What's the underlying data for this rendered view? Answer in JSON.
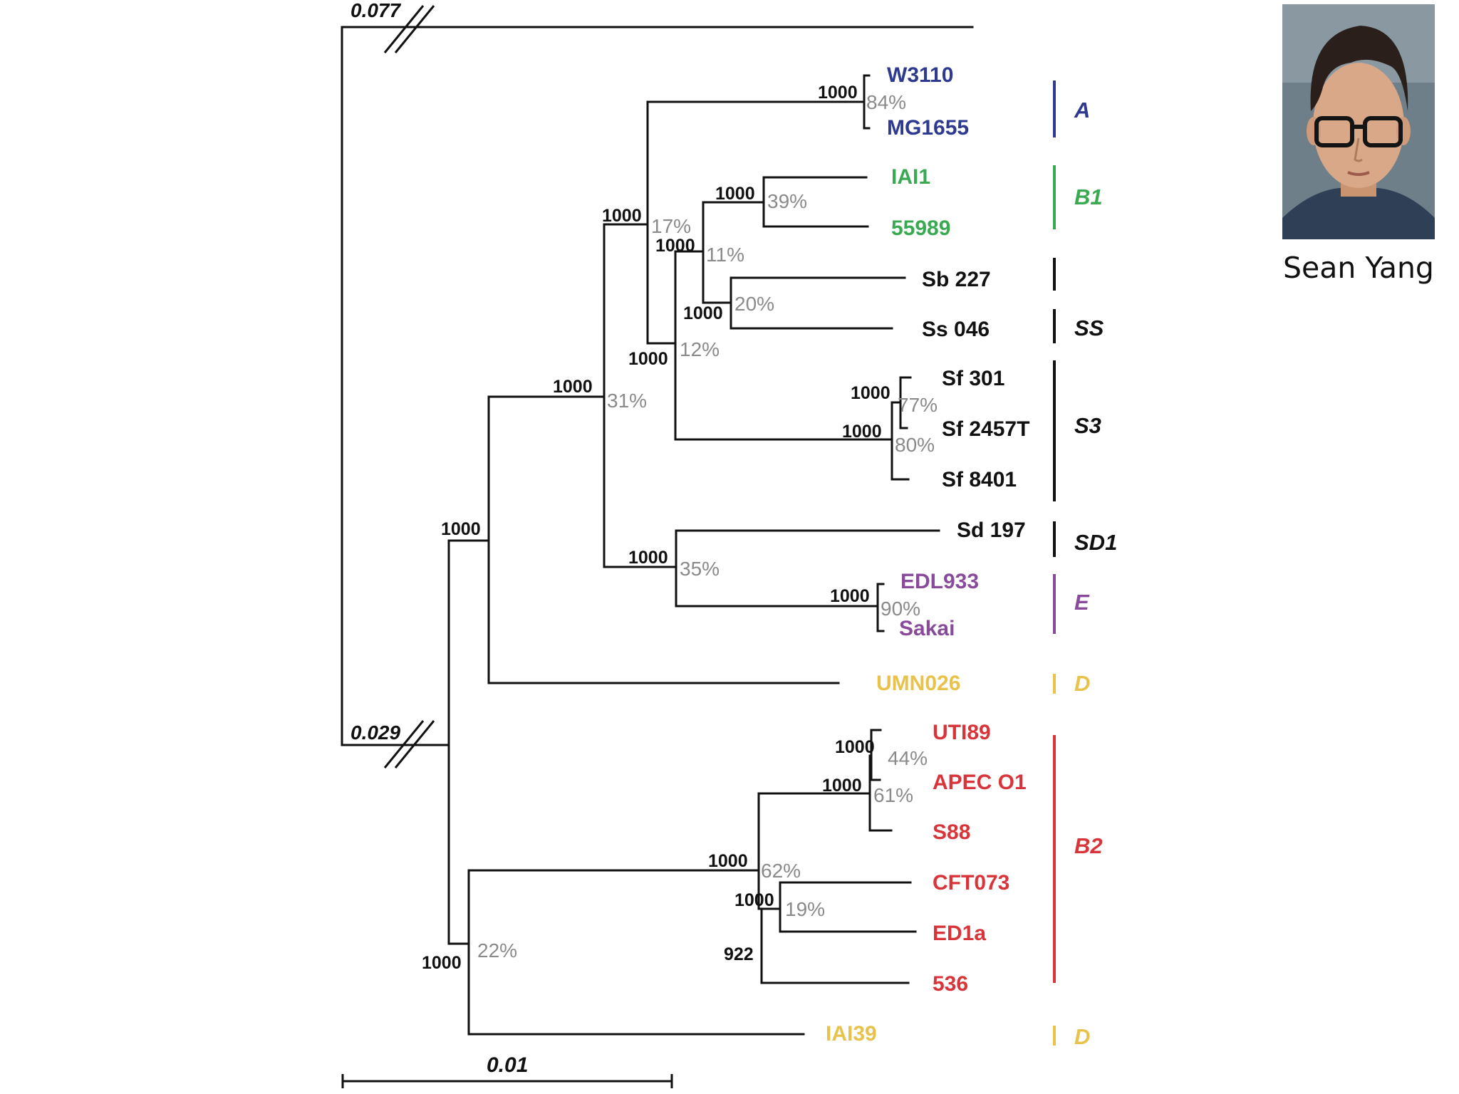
{
  "tree": {
    "scale_bar": {
      "label": "0.01"
    },
    "broken_branches": [
      "0.077",
      "0.029"
    ],
    "taxa": [
      {
        "label": "W3110",
        "group": "A",
        "color": "#2e3a8f"
      },
      {
        "label": "MG1655",
        "group": "A",
        "color": "#2e3a8f"
      },
      {
        "label": "IAI1",
        "group": "B1",
        "color": "#3aaa52"
      },
      {
        "label": "55989",
        "group": "B1",
        "color": "#3aaa52"
      },
      {
        "label": "Sb 227",
        "group": "",
        "color": "#111111"
      },
      {
        "label": "Ss 046",
        "group": "SS",
        "color": "#111111"
      },
      {
        "label": "Sf 301",
        "group": "S3",
        "color": "#111111"
      },
      {
        "label": "Sf 2457T",
        "group": "S3",
        "color": "#111111"
      },
      {
        "label": "Sf 8401",
        "group": "S3",
        "color": "#111111"
      },
      {
        "label": "Sd 197",
        "group": "SD1",
        "color": "#111111"
      },
      {
        "label": "EDL933",
        "group": "E",
        "color": "#8a4a9c"
      },
      {
        "label": "Sakai",
        "group": "E",
        "color": "#8a4a9c"
      },
      {
        "label": "UMN026",
        "group": "D",
        "color": "#e8c24a"
      },
      {
        "label": "UTI89",
        "group": "B2",
        "color": "#d9343a"
      },
      {
        "label": "APEC O1",
        "group": "B2",
        "color": "#d9343a"
      },
      {
        "label": "S88",
        "group": "B2",
        "color": "#d9343a"
      },
      {
        "label": "CFT073",
        "group": "B2",
        "color": "#d9343a"
      },
      {
        "label": "ED1a",
        "group": "B2",
        "color": "#d9343a"
      },
      {
        "label": "536",
        "group": "B2",
        "color": "#d9343a"
      },
      {
        "label": "IAI39",
        "group": "D",
        "color": "#e8c24a"
      }
    ],
    "groups": [
      {
        "label": "A",
        "color": "#2e3a8f"
      },
      {
        "label": "B1",
        "color": "#3aaa52"
      },
      {
        "label": "",
        "color": "#111111"
      },
      {
        "label": "SS",
        "color": "#111111"
      },
      {
        "label": "S3",
        "color": "#111111"
      },
      {
        "label": "SD1",
        "color": "#111111"
      },
      {
        "label": "E",
        "color": "#8a4a9c"
      },
      {
        "label": "D",
        "color": "#e8c24a"
      },
      {
        "label": "B2",
        "color": "#d9343a"
      },
      {
        "label": "D",
        "color": "#e8c24a"
      }
    ],
    "node_labels": [
      {
        "bootstrap": "1000",
        "percent": "84%"
      },
      {
        "bootstrap": "1000",
        "percent": "39%"
      },
      {
        "bootstrap": "1000",
        "percent": "17%"
      },
      {
        "bootstrap": "1000",
        "percent": "11%"
      },
      {
        "bootstrap": "1000",
        "percent": "20%"
      },
      {
        "bootstrap": "1000",
        "percent": "12%"
      },
      {
        "bootstrap": "1000",
        "percent": "31%"
      },
      {
        "bootstrap": "1000",
        "percent": "77%"
      },
      {
        "bootstrap": "1000",
        "percent": "80%"
      },
      {
        "bootstrap": "1000",
        "percent": ""
      },
      {
        "bootstrap": "1000",
        "percent": "35%"
      },
      {
        "bootstrap": "1000",
        "percent": "90%"
      },
      {
        "bootstrap": "1000",
        "percent": "44%"
      },
      {
        "bootstrap": "1000",
        "percent": "61%"
      },
      {
        "bootstrap": "1000",
        "percent": "62%"
      },
      {
        "bootstrap": "1000",
        "percent": "19%"
      },
      {
        "bootstrap": "922",
        "percent": ""
      },
      {
        "bootstrap": "1000",
        "percent": "22%"
      }
    ]
  },
  "portrait": {
    "name": "Sean Yang",
    "colors": {
      "background": "#6f7f8a",
      "skin": "#d9a889",
      "hair": "#2a1f1a",
      "shirt": "#2f3f55",
      "glasses": "#141414"
    }
  }
}
